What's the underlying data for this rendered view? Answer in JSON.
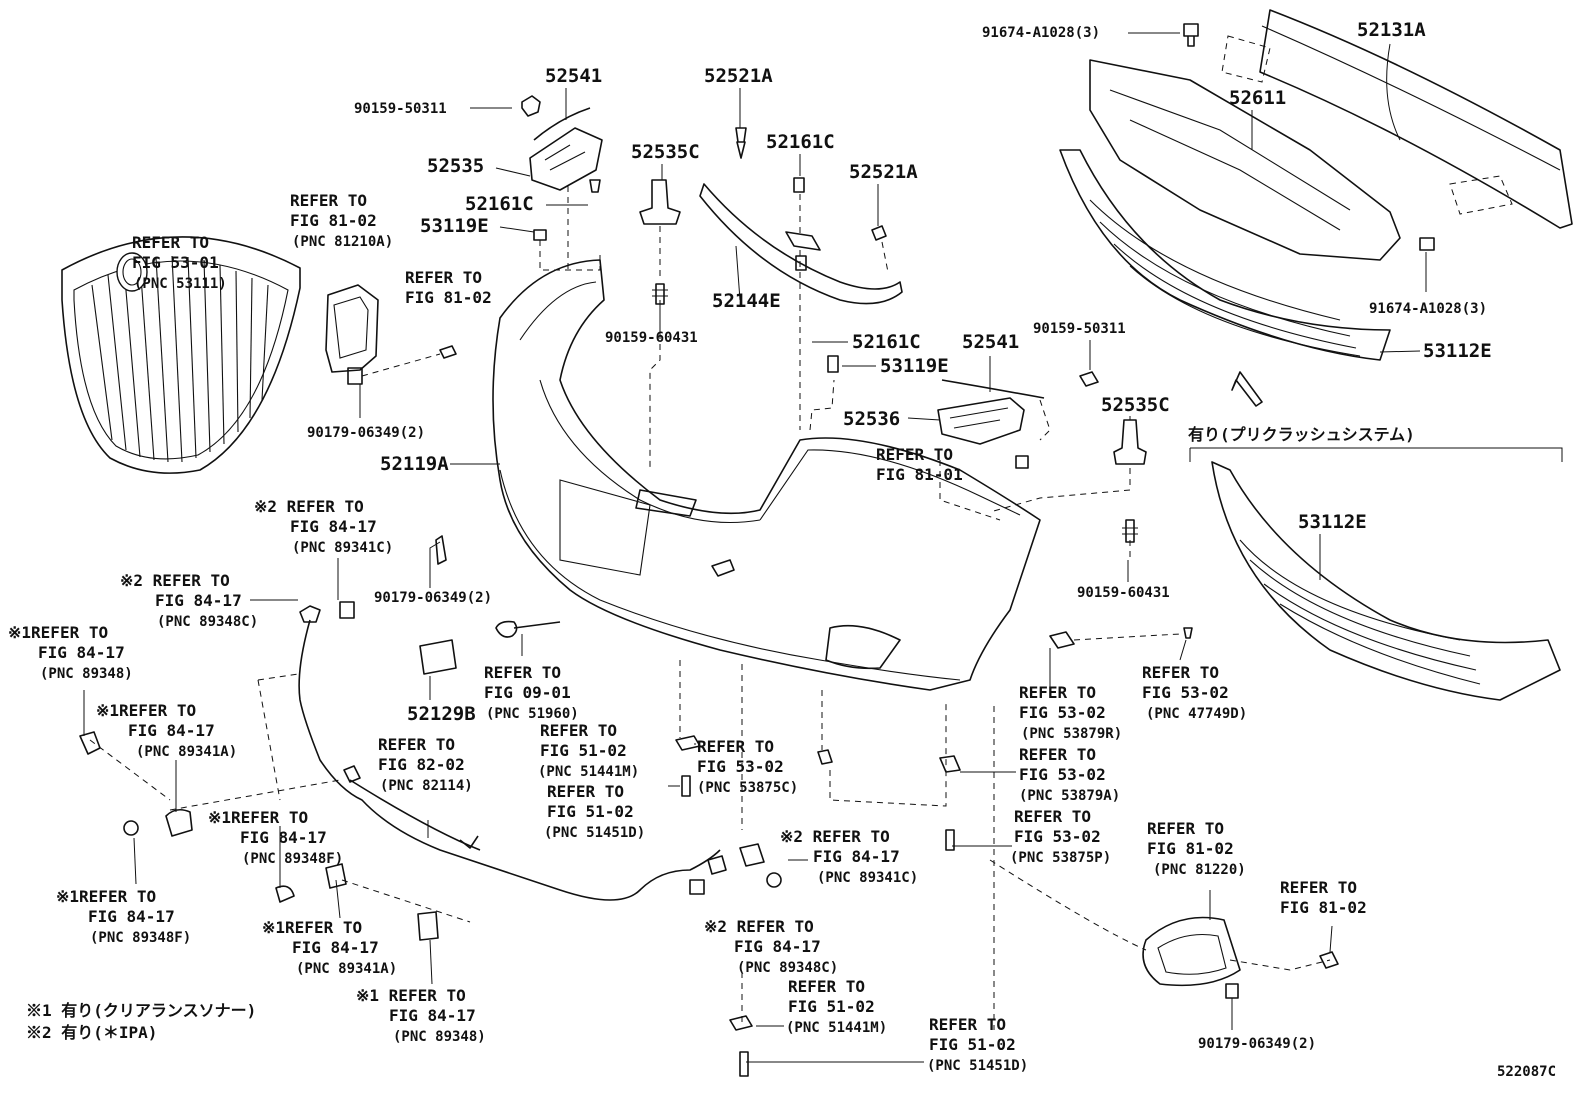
{
  "part_numbers": {
    "pn_52541_top": "52541",
    "pn_52521a_top": "52521A",
    "pn_52131a": "52131A",
    "pn_90159_50311_top": "90159-50311",
    "pn_91674_top": "91674-A1028(3)",
    "pn_52611": "52611",
    "pn_52535": "52535",
    "pn_52535c_top": "52535C",
    "pn_52161c_top": "52161C",
    "pn_52521a_right": "52521A",
    "pn_52161c_left": "52161C",
    "pn_53119e_left": "53119E",
    "pn_52144e": "52144E",
    "pn_90159_60431_top": "90159-60431",
    "pn_91674_right": "91674-A1028(3)",
    "pn_52161c_mid": "52161C",
    "pn_52541_mid": "52541",
    "pn_90159_50311_right": "90159-50311",
    "pn_53119e_mid": "53119E",
    "pn_53112e_top": "53112E",
    "pn_52535c_right": "52535C",
    "pn_52536": "52536",
    "pn_90179_left": "90179-06349(2)",
    "pn_52119a": "52119A",
    "pn_53112e_lower": "53112E",
    "pn_90179_mid": "90179-06349(2)",
    "pn_90159_60431_right": "90159-60431",
    "pn_52129b": "52129B",
    "pn_90179_bottom": "90179-06349(2)"
  },
  "refs": {
    "fig5301_grille": [
      "REFER TO",
      "FIG 53-01",
      "(PNC 53111)"
    ],
    "fig8102_lamp": [
      "REFER TO",
      "FIG 81-02",
      "(PNC 81210A)"
    ],
    "fig8102_screw": [
      "REFER TO",
      "FIG 81-02"
    ],
    "fig8101_mid": [
      "REFER TO",
      "FIG 81-01"
    ],
    "fig8417_89341c_top": [
      "※2 REFER TO",
      "FIG 84-17",
      "(PNC 89341C)"
    ],
    "fig8417_89348c_top": [
      "※2 REFER TO",
      "FIG 84-17",
      "(PNC 89348C)"
    ],
    "fig8417_89348_left": [
      "※1REFER TO",
      "FIG 84-17",
      "(PNC 89348)"
    ],
    "fig8417_89341a_left": [
      "※1REFER TO",
      "FIG 84-17",
      "(PNC 89341A)"
    ],
    "fig0901": [
      "REFER TO",
      "FIG 09-01",
      "(PNC 51960)"
    ],
    "fig8202": [
      "REFER TO",
      "FIG 82-02",
      "(PNC 82114)"
    ],
    "fig5102_51441m_top": [
      "REFER TO",
      "FIG 51-02",
      "(PNC 51441M)"
    ],
    "fig5302_53875c": [
      "REFER TO",
      "FIG 53-02",
      "(PNC 53875C)"
    ],
    "fig5102_51451d_top": [
      "REFER TO",
      "FIG 51-02",
      "(PNC 51451D)"
    ],
    "fig5302_53879r": [
      "REFER TO",
      "FIG 53-02",
      "(PNC 53879R)"
    ],
    "fig5302_47749d": [
      "REFER TO",
      "FIG 53-02",
      "(PNC 47749D)"
    ],
    "fig5302_53879a": [
      "REFER TO",
      "FIG 53-02",
      "(PNC 53879A)"
    ],
    "fig5302_53875p": [
      "REFER TO",
      "FIG 53-02",
      "(PNC 53875P)"
    ],
    "fig8417_89348f_mid": [
      "※1REFER TO",
      "FIG 84-17",
      "(PNC 89348F)"
    ],
    "fig8417_89341c_bottom": [
      "※2 REFER TO",
      "FIG 84-17",
      "(PNC 89341C)"
    ],
    "fig8102_81220": [
      "REFER TO",
      "FIG 81-02",
      "(PNC 81220)"
    ],
    "fig8417_89348f_left": [
      "※1REFER TO",
      "FIG 84-17",
      "(PNC 89348F)"
    ],
    "fig8417_89341a_bottom": [
      "※1REFER TO",
      "FIG 84-17",
      "(PNC 89341A)"
    ],
    "fig8417_89348c_bottom": [
      "※2 REFER TO",
      "FIG 84-17",
      "(PNC 89348C)"
    ],
    "fig8102_bottom": [
      "REFER TO",
      "FIG 81-02"
    ],
    "fig5102_51441m_bottom": [
      "REFER TO",
      "FIG 51-02",
      "(PNC 51441M)"
    ],
    "fig8417_89348_bottom": [
      "※1 REFER TO",
      "FIG 84-17",
      "(PNC 89348)"
    ],
    "fig5102_51451d_bottom": [
      "REFER TO",
      "FIG 51-02",
      "(PNC 51451D)"
    ]
  },
  "notes": {
    "precrash": "有り(プリクラッシュシステム)",
    "note1": "※1 有り(クリアランスソナー)",
    "note2": "※2 有り(＊IPA)",
    "diagram_id": "522087C"
  }
}
